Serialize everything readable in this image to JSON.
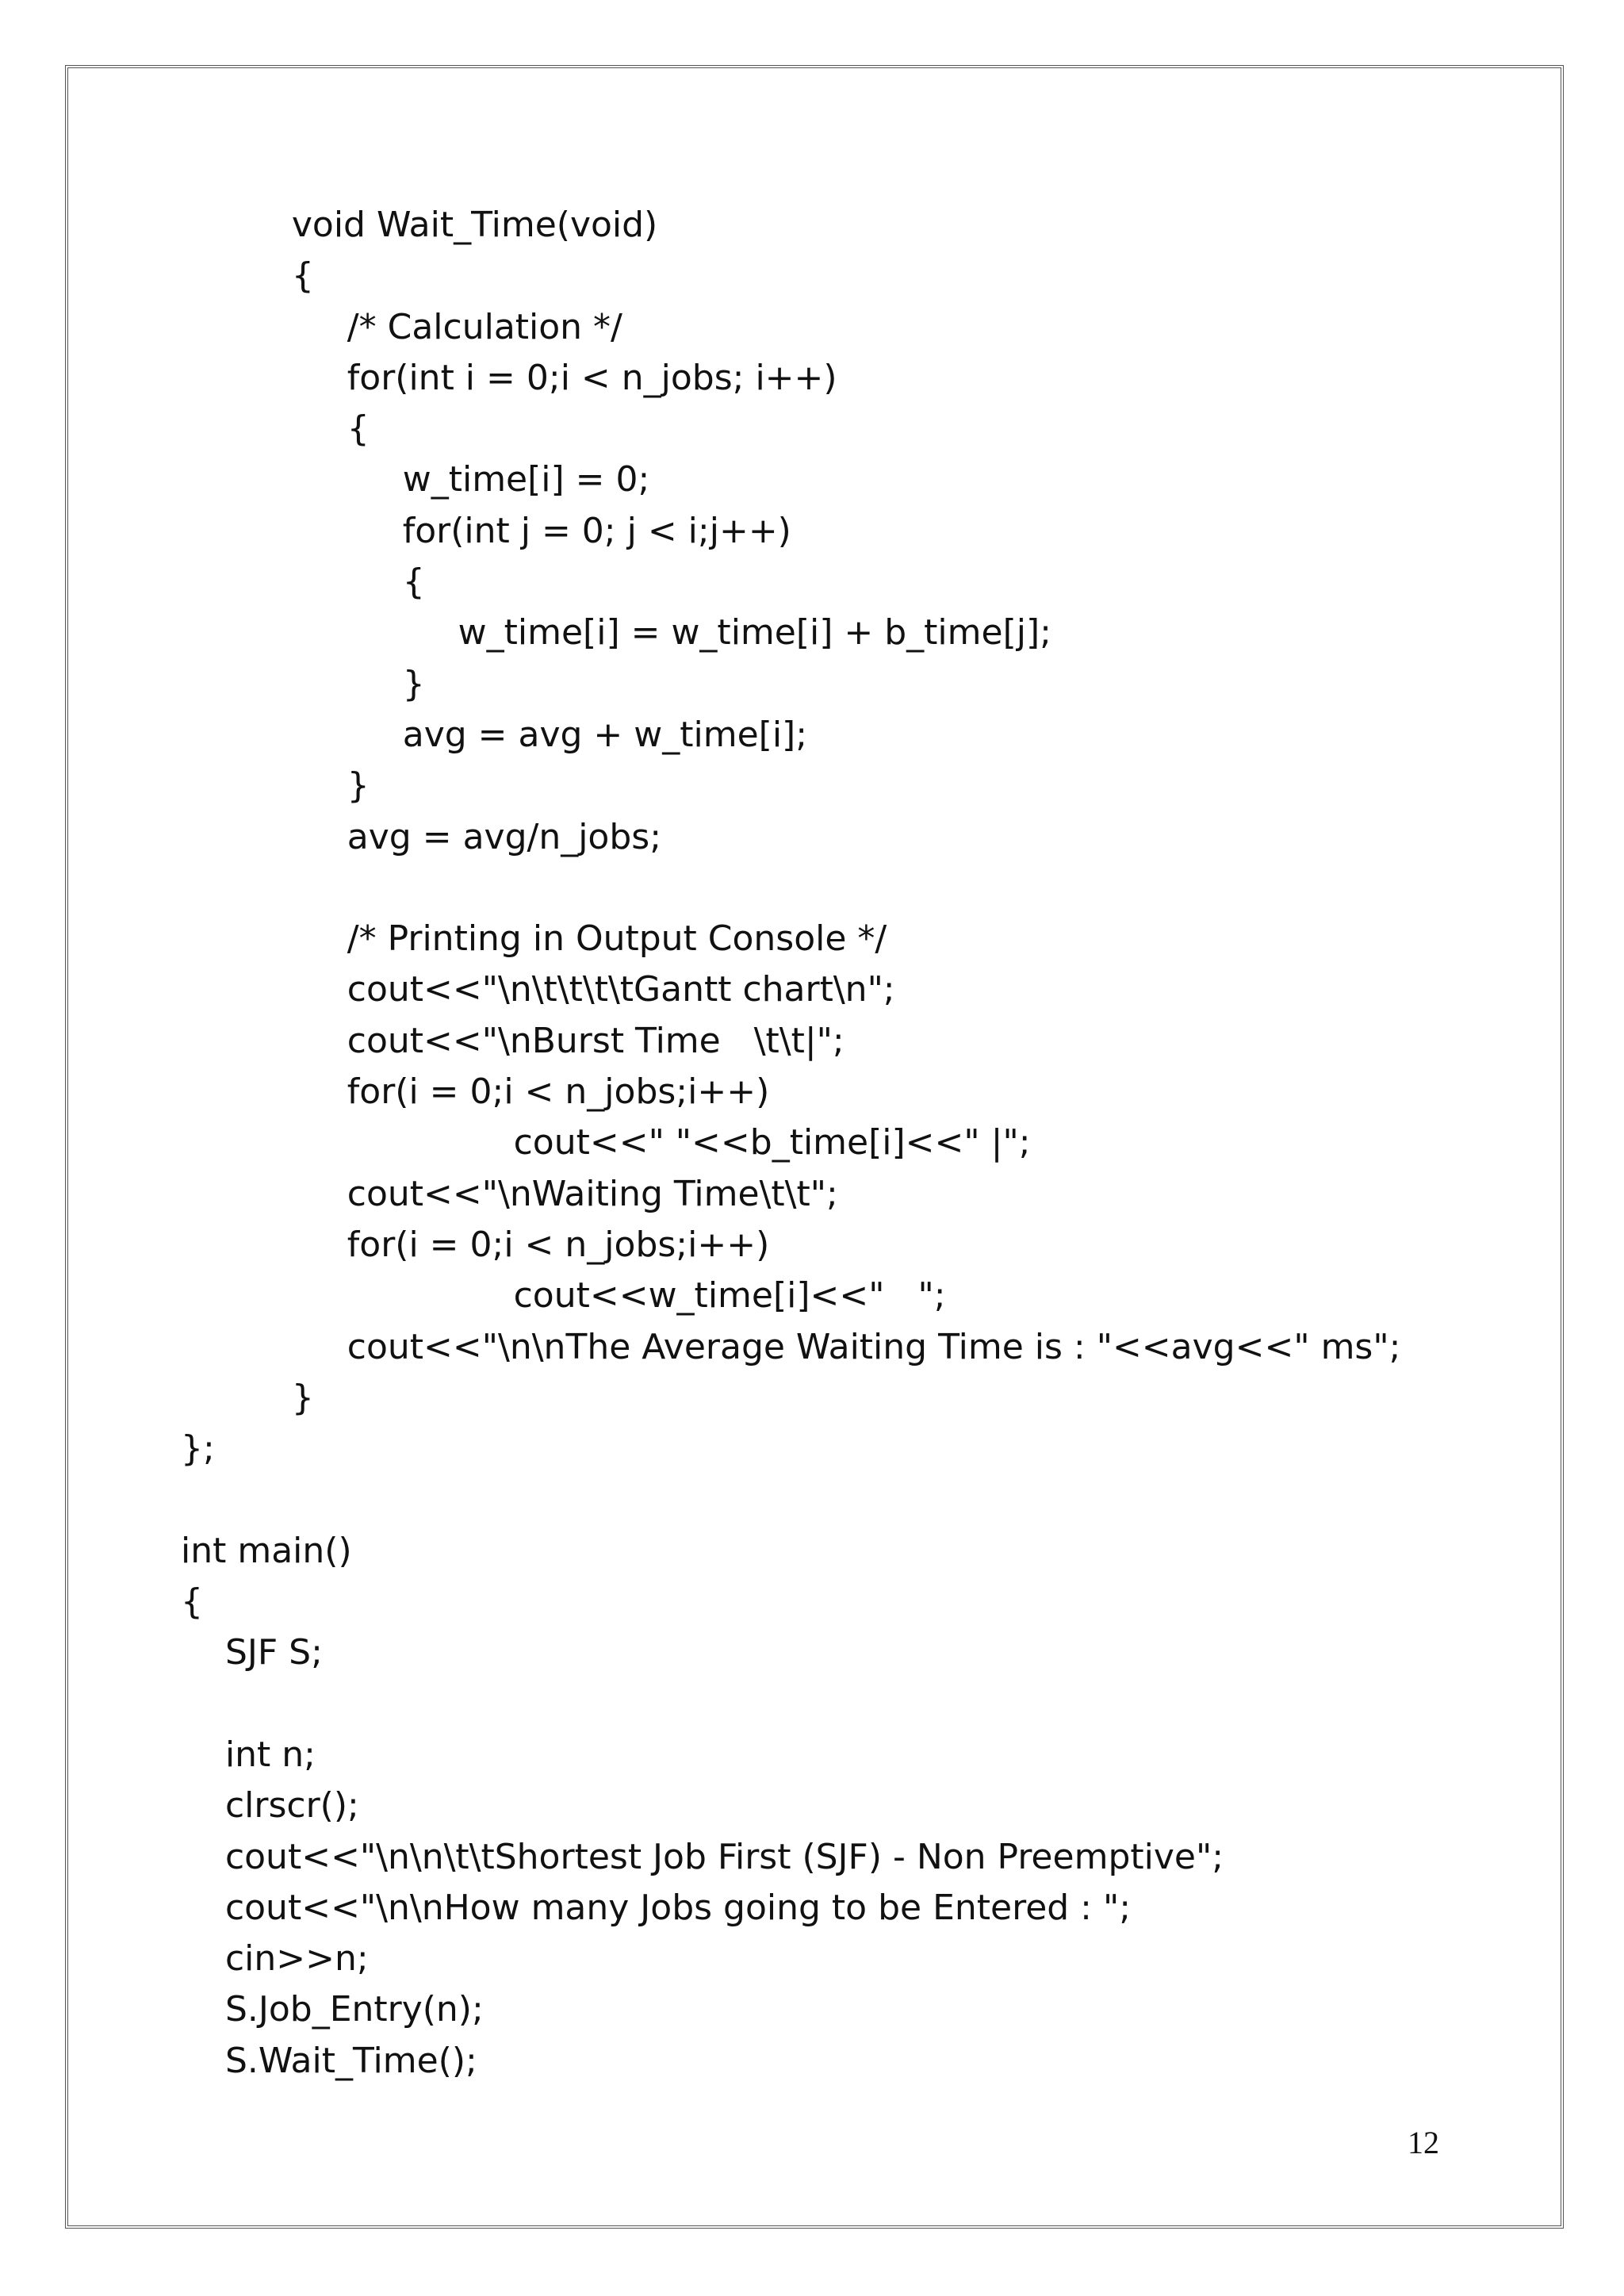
{
  "code_lines": [
    "          void Wait_Time(void)",
    "          {",
    "               /* Calculation */",
    "               for(int i = 0;i < n_jobs; i++)",
    "               {",
    "                    w_time[i] = 0;",
    "                    for(int j = 0; j < i;j++)",
    "                    {",
    "                         w_time[i] = w_time[i] + b_time[j];",
    "                    }",
    "                    avg = avg + w_time[i];",
    "               }",
    "               avg = avg/n_jobs;",
    "",
    "               /* Printing in Output Console */",
    "               cout<<\"\\n\\t\\t\\t\\tGantt chart\\n\";",
    "               cout<<\"\\nBurst Time   \\t\\t|\";",
    "               for(i = 0;i < n_jobs;i++)",
    "                              cout<<\" \"<<b_time[i]<<\" |\";",
    "               cout<<\"\\nWaiting Time\\t\\t\";",
    "               for(i = 0;i < n_jobs;i++)",
    "                              cout<<w_time[i]<<\"   \";",
    "               cout<<\"\\n\\nThe Average Waiting Time is : \"<<avg<<\" ms\";",
    "          }",
    "};",
    "",
    "int main()",
    "{",
    "    SJF S;",
    "",
    "    int n;",
    "    clrscr();",
    "    cout<<\"\\n\\n\\t\\tShortest Job First (SJF) - Non Preemptive\";",
    "    cout<<\"\\n\\nHow many Jobs going to be Entered : \";",
    "    cin>>n;",
    "    S.Job_Entry(n);",
    "    S.Wait_Time();"
  ],
  "page_number": "12"
}
